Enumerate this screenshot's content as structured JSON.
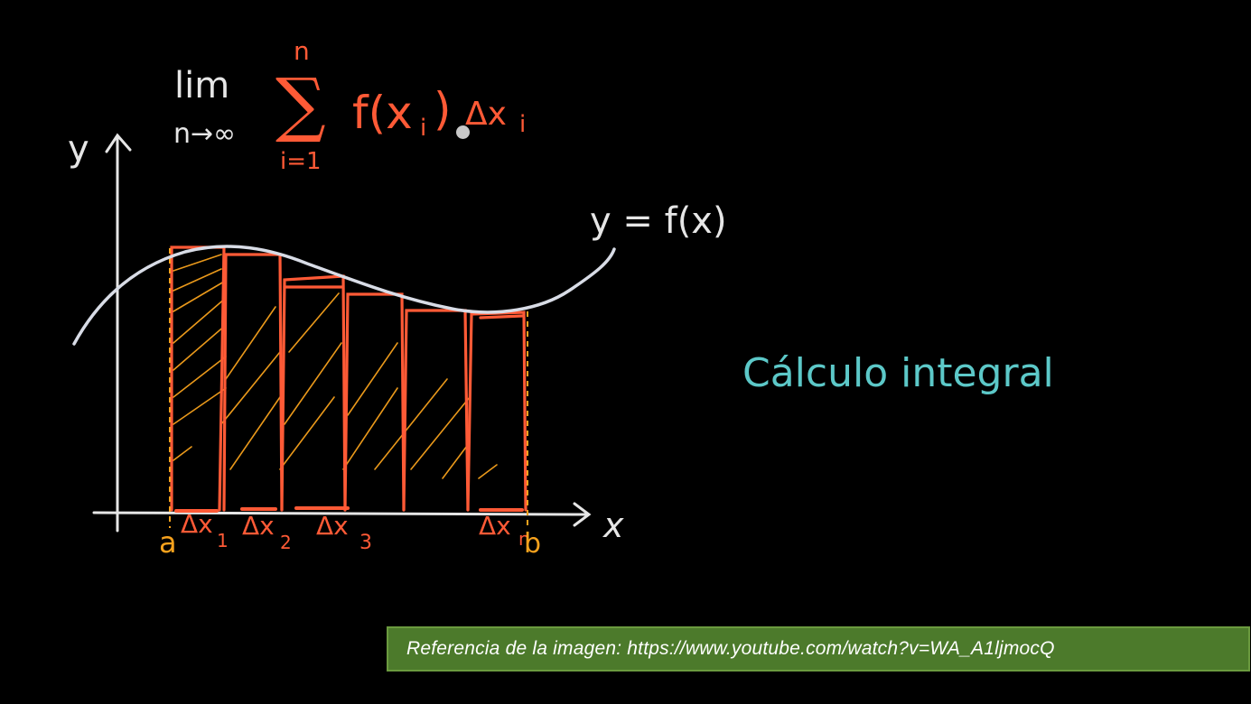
{
  "formula": {
    "lim": "lim",
    "lim_sub": "n→∞",
    "sum_symbol": "∑",
    "sum_upper": "n",
    "sum_lower": "i=1",
    "term_f": "f(x",
    "term_f_sub": "i",
    "term_f_close": ")",
    "term_dx": "Δx",
    "term_dx_sub": "i"
  },
  "axes": {
    "y_label": "y",
    "x_label": "x"
  },
  "curve_label": "y = f(x)",
  "x_ticks": {
    "a": "a",
    "b": "b",
    "dx1": "Δx",
    "dx1_sub": "1",
    "dx2": "Δx",
    "dx2_sub": "2",
    "dx3": "Δx",
    "dx3_sub": "3",
    "dxn": "Δx",
    "dxn_sub": "n"
  },
  "topic_title": "Cálculo integral",
  "reference": "Referencia de la imagen: https://www.youtube.com/watch?v=WA_A1ljmocQ",
  "colors": {
    "background": "#000000",
    "chalk_white": "#e6e6e6",
    "chalk_red": "#ff5a36",
    "chalk_orange": "#f7a21d",
    "chalk_teal": "#5cc8c8",
    "banner_green": "#4c7a2b"
  }
}
